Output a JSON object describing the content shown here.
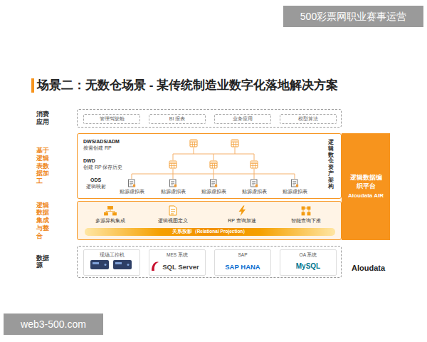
{
  "diagram": {
    "title": "场景二：无数仓场景 - 某传统制造业数字化落地解决方案",
    "nodes": [
      {
        "text": [
          "消费应用"
        ]
      },
      {
        "text": [
          "管理驾驶舱"
        ],
        "in": 0
      },
      {
        "text": [
          "BI 报表"
        ],
        "in": 0
      },
      {
        "text": [
          "业务应用"
        ],
        "in": 0
      },
      {
        "text": [
          "模型算法"
        ],
        "in": 0
      },
      {
        "text": [
          "基于逻辑表数据加工",
          "DWS/ADS/ADM",
          "按需创建 RP",
          "DWD",
          "创建 RP 保存历史",
          "ODS",
          "逻辑映射",
          "逻辑数仓资产架构"
        ]
      },
      {
        "text": [
          "逻辑数据集成与整合"
        ]
      },
      {
        "text": [
          "关系投影（Relational Projection）"
        ],
        "in": 6
      },
      {
        "text": [
          "逻辑数据编织平台",
          "Aloudata AIR"
        ]
      },
      {
        "text": [
          "数据源"
        ]
      },
      {
        "text": [
          "现场工控机"
        ],
        "in": 9
      },
      {
        "text": [
          "MES 系统",
          "SQL Server"
        ],
        "in": 9
      },
      {
        "text": [
          "SAP",
          "SAP HANA"
        ],
        "in": 9
      },
      {
        "text": [
          "OA 系统",
          "MySQL"
        ],
        "in": 9
      }
    ],
    "labels": [
      "500彩票网职业赛事运营",
      "贴源虚拟表",
      "贴源虚拟表",
      "贴源虚拟表",
      "贴源虚拟表",
      "贴源虚拟表",
      "多源异构集成",
      "逻辑视图定义",
      "RP 查询加速",
      "智能查询下推",
      "Aloudata",
      "web3-500.com"
    ]
  }
}
